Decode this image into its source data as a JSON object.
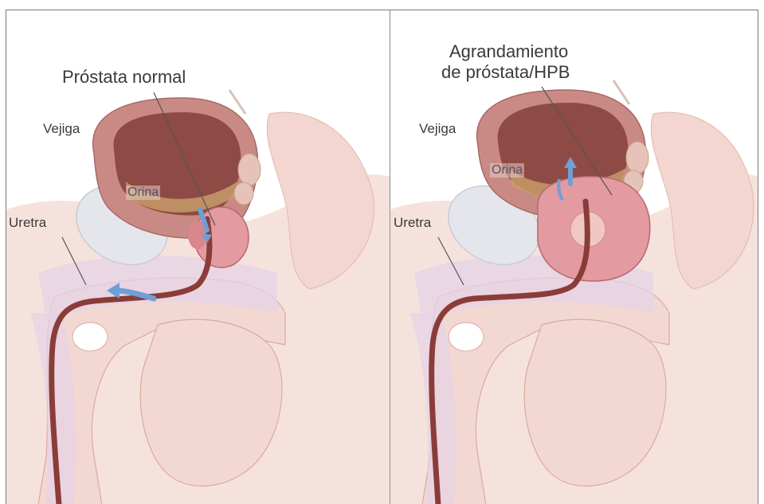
{
  "panels": {
    "normal": {
      "title": "Próstata normal",
      "bladder": "Vejiga",
      "urine": "Orina",
      "urethra": "Uretra"
    },
    "enlarged": {
      "title_line1": "Agrandamiento",
      "title_line2": "de próstata/HPB",
      "bladder": "Vejiga",
      "urine": "Orina",
      "urethra": "Uretra"
    }
  },
  "colors": {
    "skin": "#f4dcd6",
    "skin_shadow": "#e9c5bd",
    "bladder_wall": "#c98a86",
    "bladder_inner": "#8e4a45",
    "prostate": "#e39aa0",
    "urethra": "#8a3d38",
    "pubic_bone": "#e3e5ea",
    "flow_arrow": "#6f9fd6",
    "border": "#7a7a7a"
  }
}
